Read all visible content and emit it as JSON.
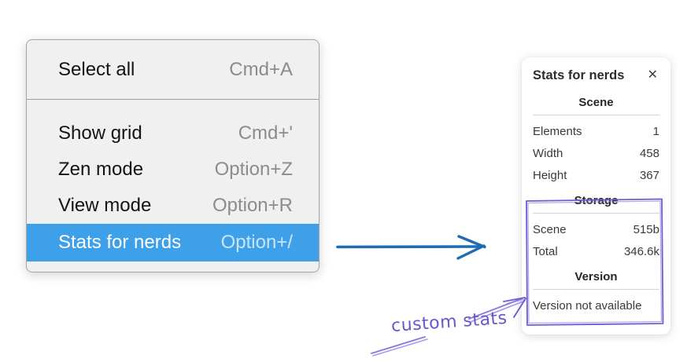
{
  "menu": {
    "items": [
      {
        "label": "Select all",
        "shortcut": "Cmd+A",
        "selected": false
      },
      {
        "label": "Show grid",
        "shortcut": "Cmd+'",
        "selected": false
      },
      {
        "label": "Zen mode",
        "shortcut": "Option+Z",
        "selected": false
      },
      {
        "label": "View mode",
        "shortcut": "Option+R",
        "selected": false
      },
      {
        "label": "Stats for nerds",
        "shortcut": "Option+/",
        "selected": true
      }
    ]
  },
  "stats_panel": {
    "title": "Stats for nerds",
    "close_icon": "✕",
    "sections": [
      {
        "heading": "Scene",
        "rows": [
          [
            "Elements",
            "1"
          ],
          [
            "Width",
            "458"
          ],
          [
            "Height",
            "367"
          ]
        ]
      },
      {
        "heading": "Storage",
        "rows": [
          [
            "Scene",
            "515b"
          ],
          [
            "Total",
            "346.6k"
          ]
        ]
      },
      {
        "heading": "Version",
        "rows": [],
        "note": "Version not available"
      }
    ]
  },
  "annotation": {
    "label": "custom stats"
  },
  "colors": {
    "menu_highlight": "#3fa0ea",
    "arrow_blue": "#1f6cb2",
    "annotation_purple": "#6f5cd1",
    "annotation_purple_light": "#8a7ade"
  }
}
